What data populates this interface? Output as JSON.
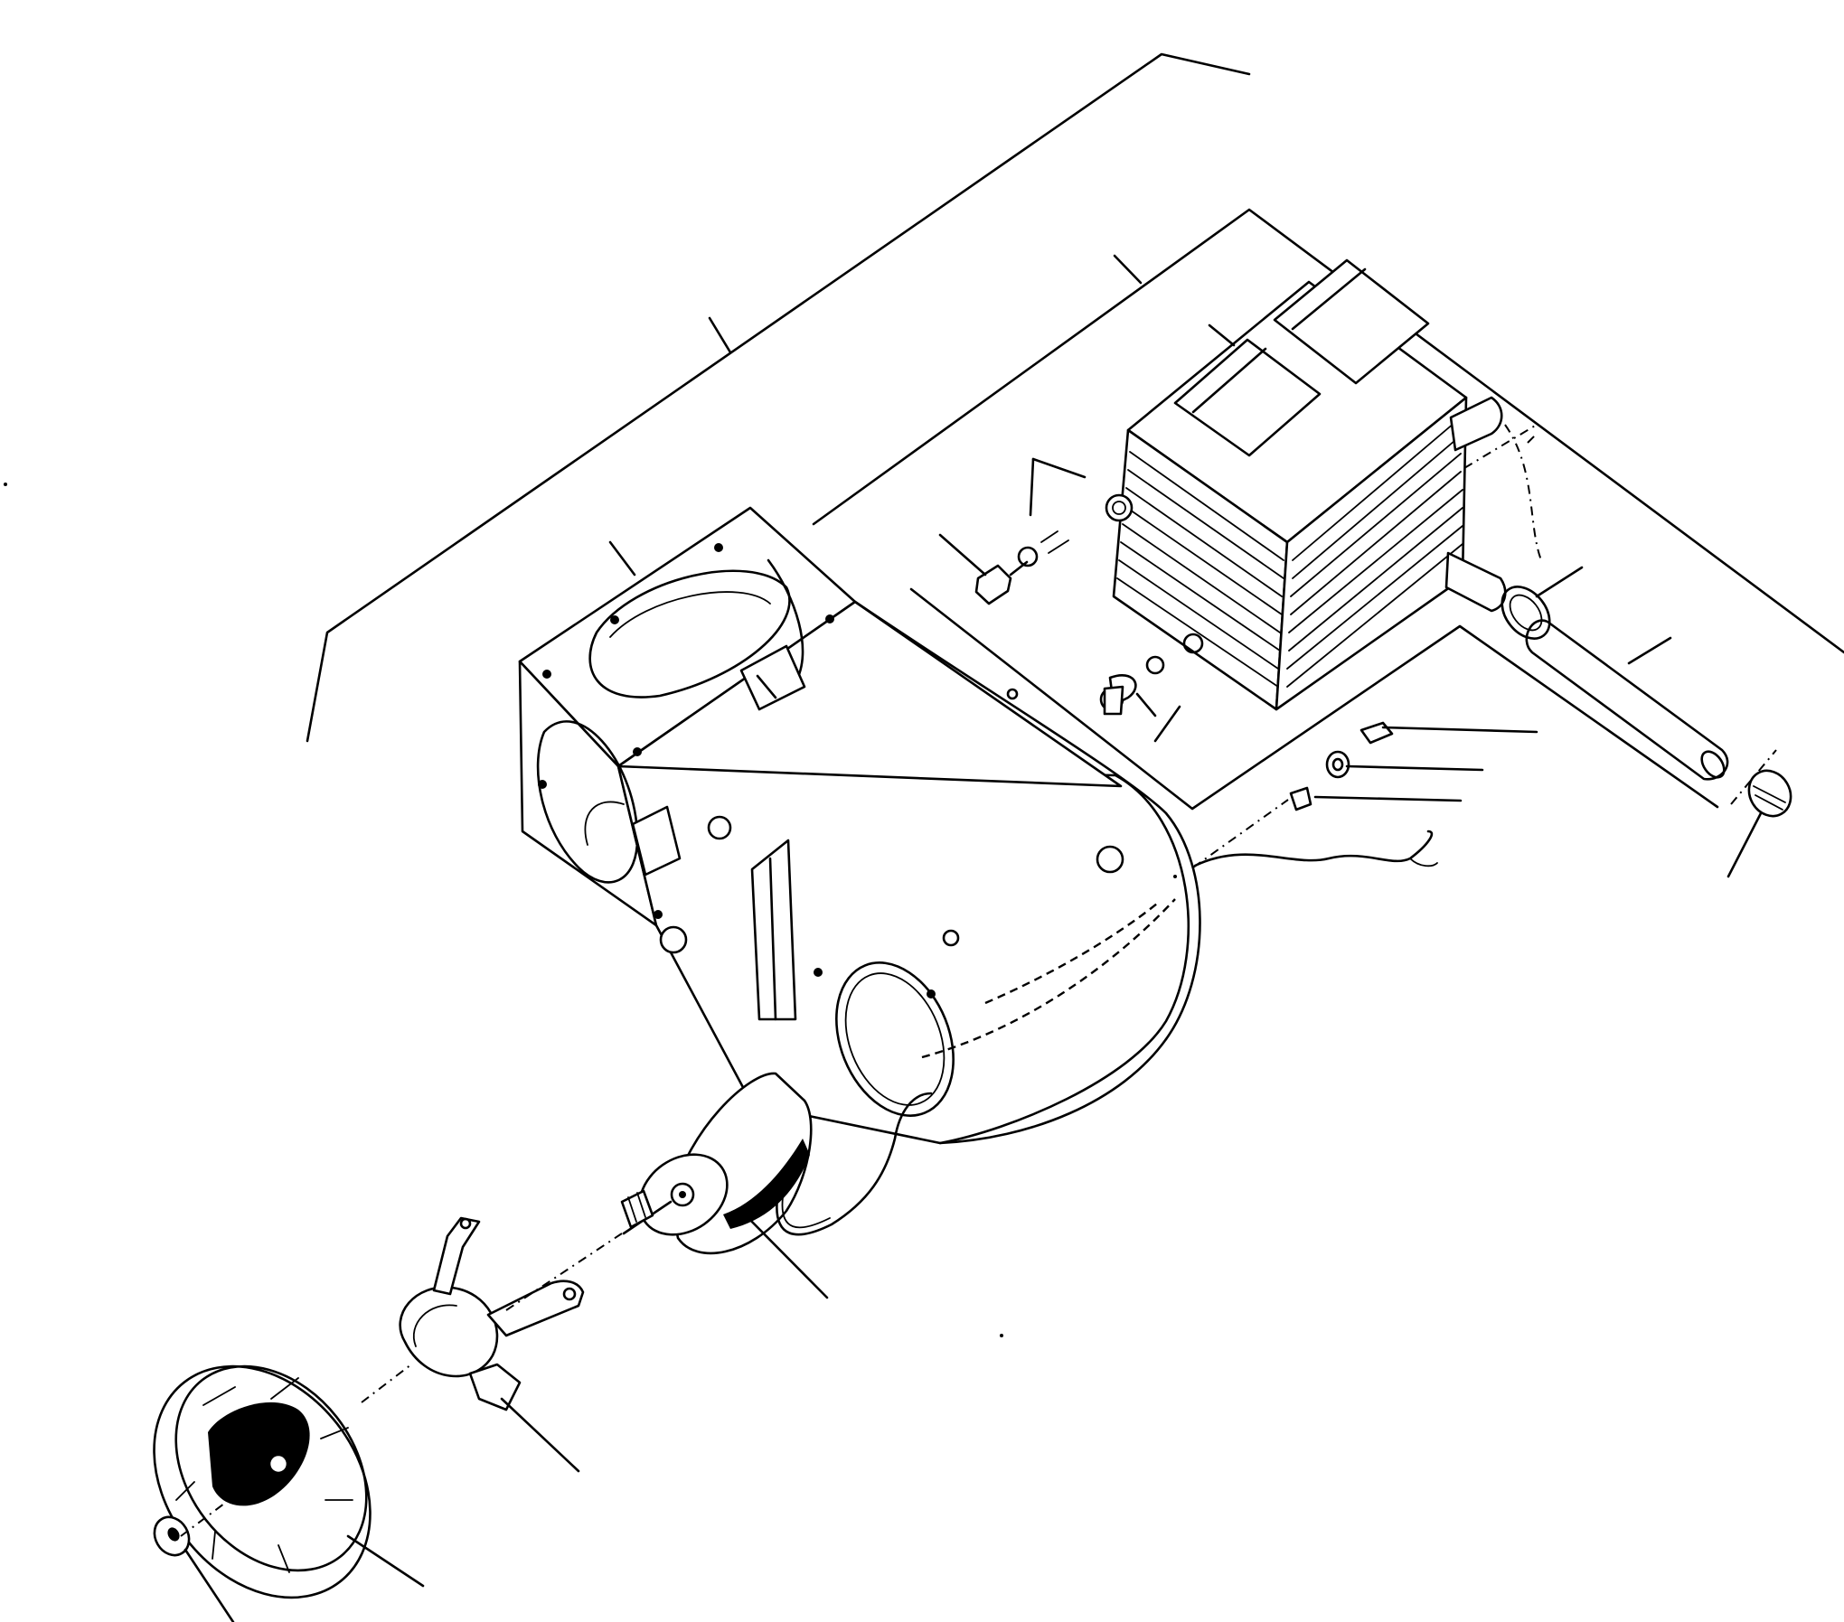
{
  "diagram": {
    "kind": "exploded-parts-view",
    "labels_printed": false,
    "colors": {
      "ink": "#000000",
      "paper": "#ffffff"
    },
    "parts": [
      "heater-housing",
      "heater-core",
      "coolant-tube",
      "hose-fitting",
      "hose-clamp",
      "blower-motor",
      "motor-bracket",
      "blower-wheel",
      "retaining-nut",
      "mounting-bolt",
      "washer",
      "wire-harness"
    ]
  }
}
